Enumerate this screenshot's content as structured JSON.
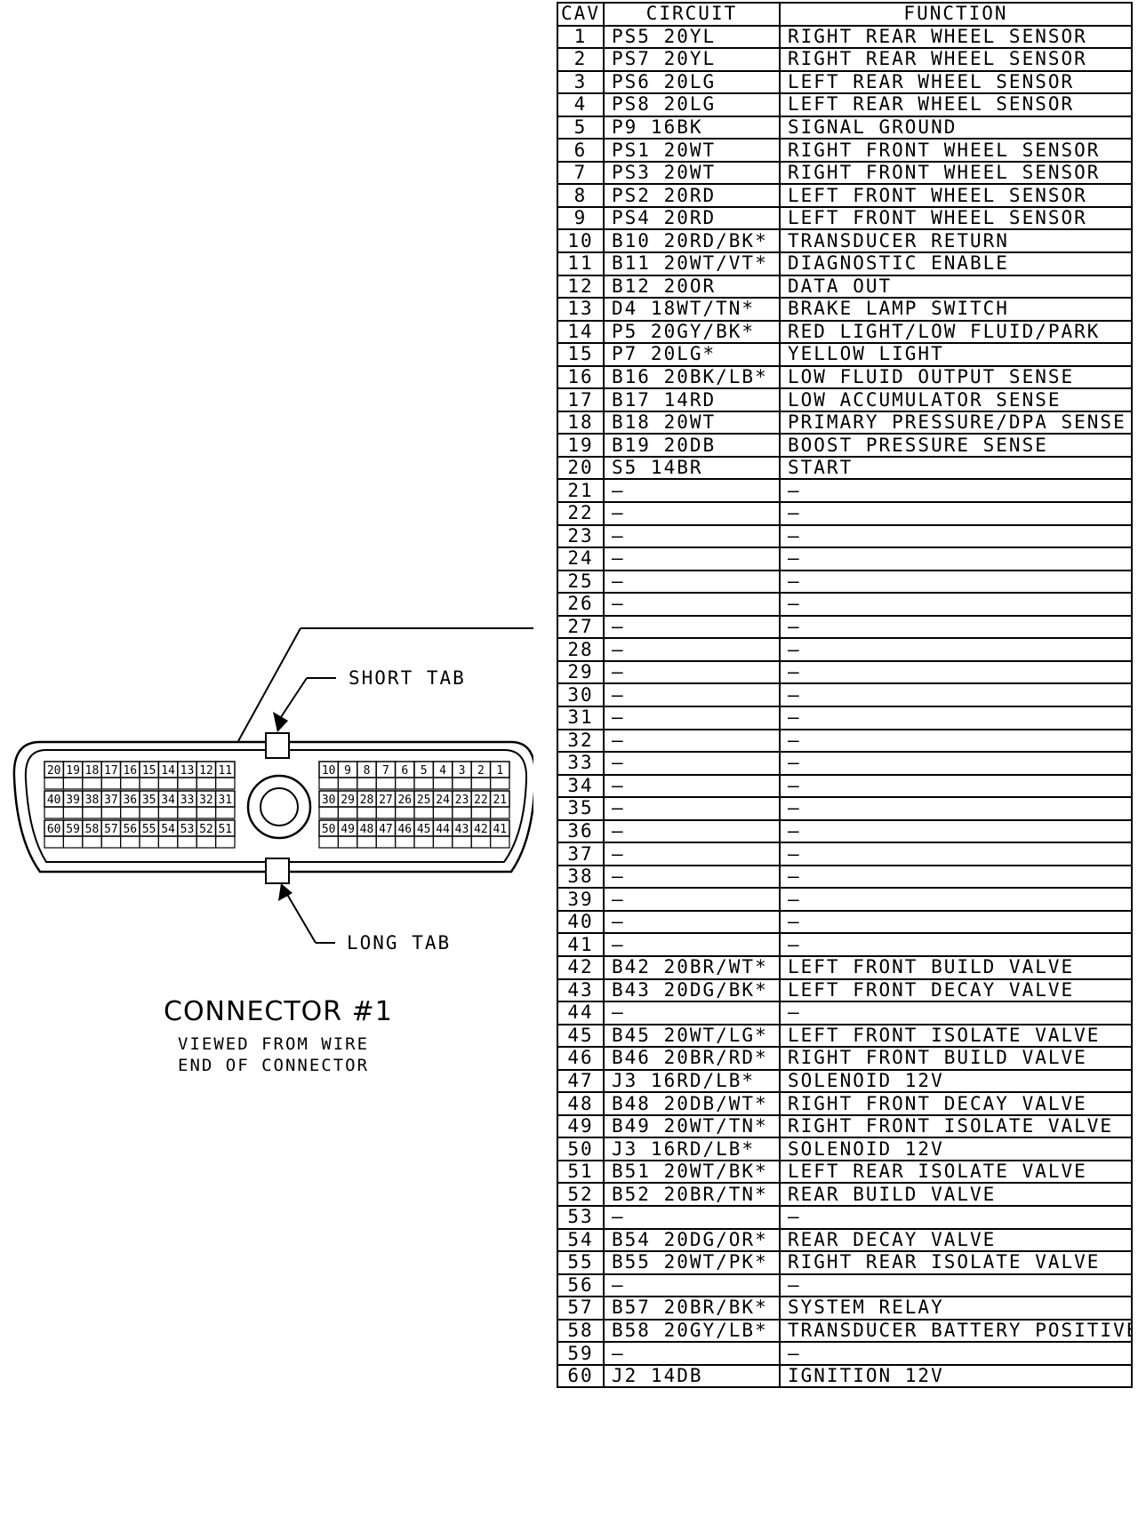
{
  "connector": {
    "title": "CONNECTOR #1",
    "subtitle_line1": "VIEWED FROM WIRE",
    "subtitle_line2": "END OF CONNECTOR",
    "short_tab_label": "SHORT TAB",
    "long_tab_label": "LONG TAB",
    "left_rows": [
      [
        "20",
        "19",
        "18",
        "17",
        "16",
        "15",
        "14",
        "13",
        "12",
        "11"
      ],
      [
        "40",
        "39",
        "38",
        "37",
        "36",
        "35",
        "34",
        "33",
        "32",
        "31"
      ],
      [
        "60",
        "59",
        "58",
        "57",
        "56",
        "55",
        "54",
        "53",
        "52",
        "51"
      ]
    ],
    "right_rows": [
      [
        "10",
        "9",
        "8",
        "7",
        "6",
        "5",
        "4",
        "3",
        "2",
        "1"
      ],
      [
        "30",
        "29",
        "28",
        "27",
        "26",
        "25",
        "24",
        "23",
        "22",
        "21"
      ],
      [
        "50",
        "49",
        "48",
        "47",
        "46",
        "45",
        "44",
        "43",
        "42",
        "41"
      ]
    ]
  },
  "table": {
    "headers": [
      "CAV",
      "CIRCUIT",
      "FUNCTION"
    ],
    "rows": [
      [
        "1",
        "PS5 20YL",
        "RIGHT REAR WHEEL SENSOR"
      ],
      [
        "2",
        "PS7 20YL",
        "RIGHT REAR WHEEL SENSOR"
      ],
      [
        "3",
        "PS6 20LG",
        "LEFT REAR WHEEL SENSOR"
      ],
      [
        "4",
        "PS8 20LG",
        "LEFT REAR WHEEL SENSOR"
      ],
      [
        "5",
        "P9 16BK",
        "SIGNAL GROUND"
      ],
      [
        "6",
        "PS1 20WT",
        "RIGHT FRONT WHEEL SENSOR"
      ],
      [
        "7",
        "PS3 20WT",
        "RIGHT FRONT WHEEL SENSOR"
      ],
      [
        "8",
        "PS2 20RD",
        "LEFT FRONT WHEEL SENSOR"
      ],
      [
        "9",
        "PS4 20RD",
        "LEFT FRONT WHEEL SENSOR"
      ],
      [
        "10",
        "B10 20RD/BK*",
        "TRANSDUCER RETURN"
      ],
      [
        "11",
        "B11 20WT/VT*",
        "DIAGNOSTIC ENABLE"
      ],
      [
        "12",
        "B12 20OR",
        "DATA OUT"
      ],
      [
        "13",
        "D4 18WT/TN*",
        "BRAKE LAMP SWITCH"
      ],
      [
        "14",
        "P5 20GY/BK*",
        "RED LIGHT/LOW FLUID/PARK"
      ],
      [
        "15",
        "P7 20LG*",
        "YELLOW LIGHT"
      ],
      [
        "16",
        "B16 20BK/LB*",
        "LOW FLUID OUTPUT SENSE"
      ],
      [
        "17",
        "B17 14RD",
        "LOW ACCUMULATOR SENSE"
      ],
      [
        "18",
        "B18 20WT",
        "PRIMARY PRESSURE/DPA SENSE"
      ],
      [
        "19",
        "B19 20DB",
        "BOOST PRESSURE SENSE"
      ],
      [
        "20",
        "S5 14BR",
        "START"
      ],
      [
        "21",
        "—",
        "—"
      ],
      [
        "22",
        "—",
        "—"
      ],
      [
        "23",
        "—",
        "—"
      ],
      [
        "24",
        "—",
        "—"
      ],
      [
        "25",
        "—",
        "—"
      ],
      [
        "26",
        "—",
        "—"
      ],
      [
        "27",
        "—",
        "—"
      ],
      [
        "28",
        "—",
        "—"
      ],
      [
        "29",
        "—",
        "—"
      ],
      [
        "30",
        "—",
        "—"
      ],
      [
        "31",
        "—",
        "—"
      ],
      [
        "32",
        "—",
        "—"
      ],
      [
        "33",
        "—",
        "—"
      ],
      [
        "34",
        "—",
        "—"
      ],
      [
        "35",
        "—",
        "—"
      ],
      [
        "36",
        "—",
        "—"
      ],
      [
        "37",
        "—",
        "—"
      ],
      [
        "38",
        "—",
        "—"
      ],
      [
        "39",
        "—",
        "—"
      ],
      [
        "40",
        "—",
        "—"
      ],
      [
        "41",
        "—",
        "—"
      ],
      [
        "42",
        "B42 20BR/WT*",
        "LEFT FRONT BUILD VALVE"
      ],
      [
        "43",
        "B43 20DG/BK*",
        "LEFT FRONT DECAY VALVE"
      ],
      [
        "44",
        "—",
        "—"
      ],
      [
        "45",
        "B45 20WT/LG*",
        "LEFT FRONT ISOLATE VALVE"
      ],
      [
        "46",
        "B46 20BR/RD*",
        "RIGHT FRONT BUILD VALVE"
      ],
      [
        "47",
        "J3 16RD/LB*",
        "SOLENOID 12V"
      ],
      [
        "48",
        "B48 20DB/WT*",
        "RIGHT FRONT DECAY VALVE"
      ],
      [
        "49",
        "B49 20WT/TN*",
        "RIGHT FRONT ISOLATE VALVE"
      ],
      [
        "50",
        "J3 16RD/LB*",
        "SOLENOID 12V"
      ],
      [
        "51",
        "B51 20WT/BK*",
        "LEFT REAR ISOLATE VALVE"
      ],
      [
        "52",
        "B52 20BR/TN*",
        "REAR BUILD VALVE"
      ],
      [
        "53",
        "—",
        "—"
      ],
      [
        "54",
        "B54 20DG/OR*",
        "REAR DECAY VALVE"
      ],
      [
        "55",
        "B55 20WT/PK*",
        "RIGHT REAR ISOLATE VALVE"
      ],
      [
        "56",
        "—",
        "—"
      ],
      [
        "57",
        "B57 20BR/BK*",
        "SYSTEM RELAY"
      ],
      [
        "58",
        "B58 20GY/LB*",
        "TRANSDUCER BATTERY POSITIVE"
      ],
      [
        "59",
        "—",
        "—"
      ],
      [
        "60",
        "J2 14DB",
        "IGNITION 12V"
      ]
    ]
  }
}
